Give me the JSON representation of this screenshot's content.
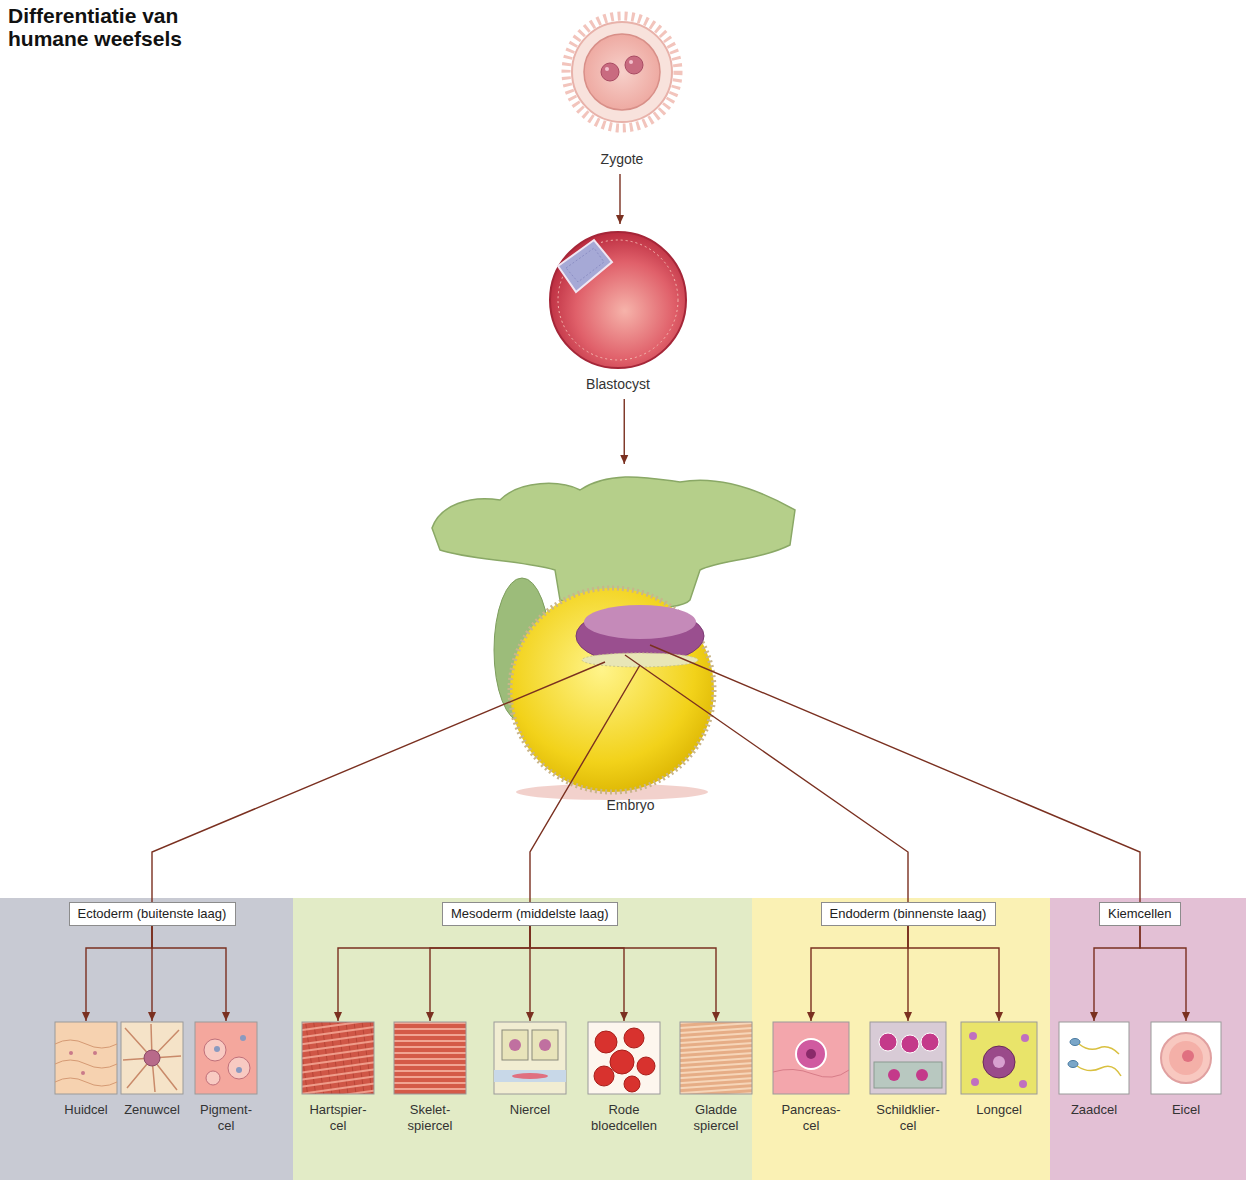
{
  "diagram": {
    "title": "Differentiatie van humane weefsels",
    "nodes": [
      {
        "text": [
          "Zygote"
        ]
      },
      {
        "text": [
          "Blastocyst"
        ]
      },
      {
        "text": [
          "Embryo"
        ]
      },
      {
        "text": [
          "Ectoderm (buitenste laag)"
        ]
      },
      {
        "text": [
          "Huidcel"
        ]
      },
      {
        "text": [
          "Zenuwcel"
        ]
      },
      {
        "text": [
          "Pigment- cel"
        ]
      },
      {
        "text": [
          "Mesoderm (middelste laag)"
        ]
      },
      {
        "text": [
          "Hartspier- cel"
        ]
      },
      {
        "text": [
          "Skelet- spiercel"
        ]
      },
      {
        "text": [
          "Niercel"
        ]
      },
      {
        "text": [
          "Rode bloedcellen"
        ]
      },
      {
        "text": [
          "Gladde spiercel"
        ]
      },
      {
        "text": [
          "Endoderm (binnenste laag)"
        ]
      },
      {
        "text": [
          "Pancreas- cel"
        ]
      },
      {
        "text": [
          "Schildklier- cel"
        ]
      },
      {
        "text": [
          "Longcel"
        ]
      },
      {
        "text": [
          "Kiemcellen"
        ]
      },
      {
        "text": [
          "Zaadcel"
        ]
      },
      {
        "text": [
          "Eicel"
        ]
      }
    ],
    "edges": [
      {
        "from": 0,
        "to": 1,
        "arrow": "to"
      },
      {
        "from": 1,
        "to": 2,
        "arrow": "to"
      },
      {
        "from": 2,
        "to": 3,
        "arrow": "none"
      },
      {
        "from": 2,
        "to": 7,
        "arrow": "none"
      },
      {
        "from": 2,
        "to": 13,
        "arrow": "none"
      },
      {
        "from": 2,
        "to": 17,
        "arrow": "none"
      },
      {
        "from": 3,
        "to": 4,
        "arrow": "to"
      },
      {
        "from": 3,
        "to": 5,
        "arrow": "to"
      },
      {
        "from": 3,
        "to": 6,
        "arrow": "to"
      },
      {
        "from": 7,
        "to": 8,
        "arrow": "to"
      },
      {
        "from": 7,
        "to": 9,
        "arrow": "to"
      },
      {
        "from": 7,
        "to": 10,
        "arrow": "to"
      },
      {
        "from": 7,
        "to": 11,
        "arrow": "to"
      },
      {
        "from": 7,
        "to": 12,
        "arrow": "to"
      },
      {
        "from": 13,
        "to": 14,
        "arrow": "to"
      },
      {
        "from": 13,
        "to": 15,
        "arrow": "to"
      },
      {
        "from": 13,
        "to": 16,
        "arrow": "to"
      },
      {
        "from": 17,
        "to": 18,
        "arrow": "to"
      },
      {
        "from": 17,
        "to": 19,
        "arrow": "to"
      }
    ]
  }
}
